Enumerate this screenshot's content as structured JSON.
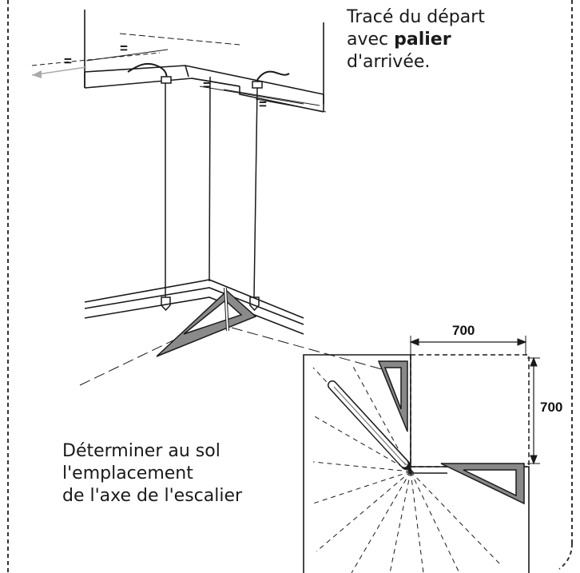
{
  "title": {
    "line1": "Tracé du départ",
    "line2_prefix": "avec ",
    "line2_bold": "palier",
    "line3": "d'arrivée."
  },
  "caption": {
    "line1": "Déterminer au sol",
    "line2": "l'emplacement",
    "line3": "de l'axe de l'escalier"
  },
  "dimensions": {
    "horizontal": "700",
    "vertical": "700"
  },
  "equal_marks": [
    "=",
    "=",
    "=",
    "="
  ],
  "colors": {
    "ink": "#1a1a1a",
    "square_fill": "#8a8a8a",
    "arrow_grey": "#aaaaaa",
    "border_dash": "#333333"
  }
}
